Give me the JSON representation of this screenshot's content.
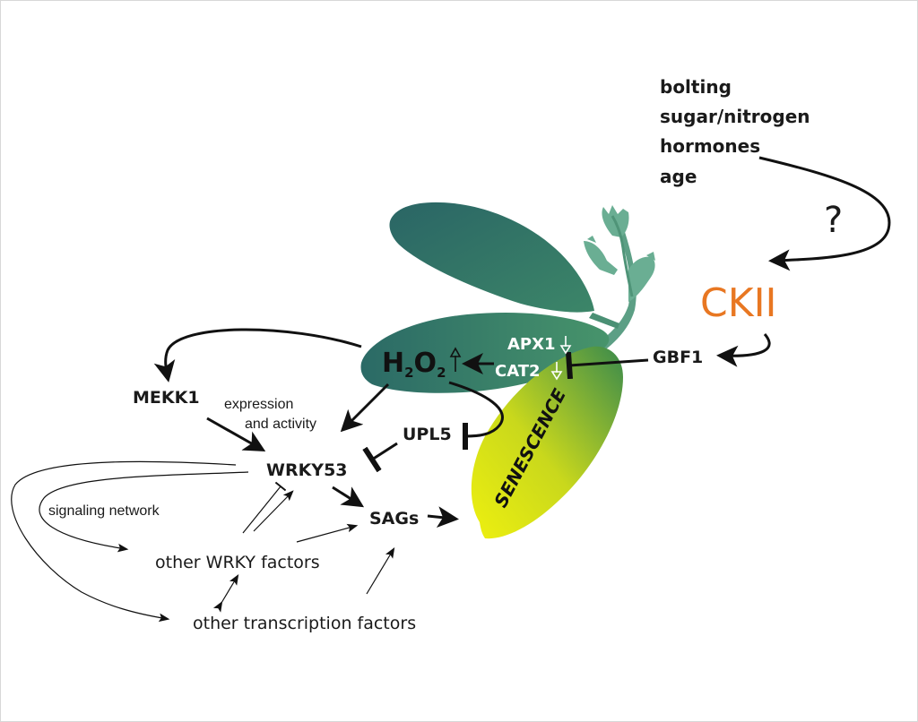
{
  "factors": {
    "bolting": "bolting",
    "sugar_nitrogen": "sugar/nitrogen",
    "hormones": "hormones",
    "age": "age"
  },
  "question_mark": "?",
  "ckii": "CKII",
  "gbf1": "GBF1",
  "apx1": "APX1",
  "cat2": "CAT2",
  "h2o2": {
    "h": "H",
    "sub2a": "2",
    "o": "O",
    "sub2b": "2"
  },
  "mekk1": "MEKK1",
  "expression_activity": {
    "line1": "expression",
    "line2": "and activity"
  },
  "upl5": "UPL5",
  "wrky53": "WRKY53",
  "signaling_network": "signaling network",
  "sags": "SAGs",
  "other_wrky": "other WRKY factors",
  "other_tf": "other transcription factors",
  "senescence": "SENESCENCE",
  "colors": {
    "ckii": "#e87722",
    "leaf_dark": "#2f6f66",
    "leaf_mid": "#3d8a6a",
    "stem": "#5aa084",
    "senescent_yellow": "#e7ec12",
    "senescent_green": "#3f8b4a"
  }
}
